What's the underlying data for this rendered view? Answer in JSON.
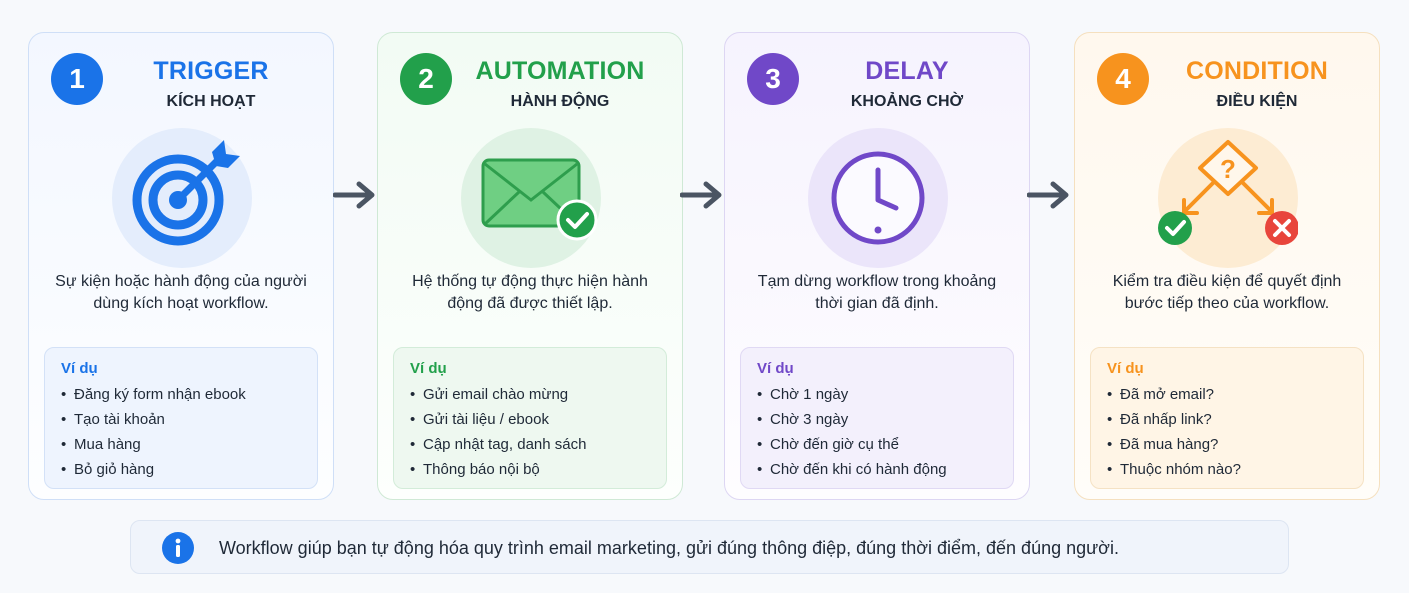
{
  "colors": {
    "trigger": "#1a73e8",
    "automation": "#22a04b",
    "delay": "#7048c8",
    "condition": "#f7931e",
    "arrow": "#4b5563"
  },
  "steps": [
    {
      "number": "1",
      "title": "TRIGGER",
      "subtitle": "KÍCH HOẠT",
      "icon": "target-icon",
      "desc": "Sự kiện hoặc hành động của người dùng kích hoạt workflow.",
      "example_title": "Ví dụ",
      "examples": [
        "Đăng ký form nhận ebook",
        "Tạo tài khoản",
        "Mua hàng",
        "Bỏ giỏ hàng"
      ]
    },
    {
      "number": "2",
      "title": "AUTOMATION",
      "subtitle": "HÀNH ĐỘNG",
      "icon": "envelope-check-icon",
      "desc": "Hệ thống tự động thực hiện hành động đã được thiết lập.",
      "example_title": "Ví dụ",
      "examples": [
        "Gửi email chào mừng",
        "Gửi tài liệu / ebook",
        "Cập nhật tag, danh sách",
        "Thông báo nội bộ"
      ]
    },
    {
      "number": "3",
      "title": "DELAY",
      "subtitle": "KHOẢNG CHỜ",
      "icon": "clock-icon",
      "desc": "Tạm dừng workflow trong khoảng thời gian đã định.",
      "example_title": "Ví dụ",
      "examples": [
        "Chờ 1 ngày",
        "Chờ 3 ngày",
        "Chờ đến giờ cụ thể",
        "Chờ đến khi có hành động"
      ]
    },
    {
      "number": "4",
      "title": "CONDITION",
      "subtitle": "ĐIỀU KIỆN",
      "icon": "decision-branch-icon",
      "desc": "Kiểm tra điều kiện để quyết định bước tiếp theo của workflow.",
      "example_title": "Ví dụ",
      "examples": [
        "Đã mở email?",
        "Đã nhấp link?",
        "Đã mua hàng?",
        "Thuộc nhóm nào?"
      ]
    }
  ],
  "info": {
    "icon": "info-icon",
    "text": "Workflow giúp bạn tự động hóa quy trình email marketing, gửi đúng thông điệp, đúng thời điểm, đến đúng người."
  }
}
